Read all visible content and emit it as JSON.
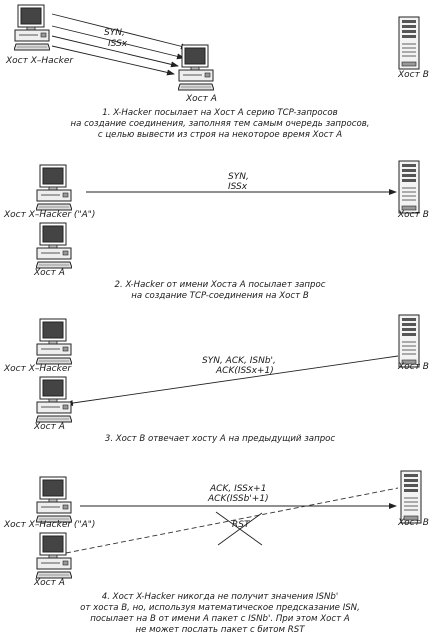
{
  "hosts": {
    "xhacker": "Хост X–Hacker",
    "a": "Хост А",
    "b": "Хост В",
    "xhacker_as_a": "Хост X–Hacker (\"А\")"
  },
  "scenes": [
    {
      "arrow_labels": [
        "SYN,",
        "ISSx"
      ],
      "caption": [
        "1. X-Hacker посылает на Хост А серию TCP-запросов",
        "на создание соединения, заполняя тем самым очередь запросов,",
        "с целью вывести из строя на некоторое время Хост А"
      ]
    },
    {
      "arrow_labels": [
        "SYN,",
        "ISSx"
      ],
      "caption": [
        "2. X-Hacker от имени Хоста А посылает запрос",
        "на создание TCP-соединения на Хост В"
      ]
    },
    {
      "arrow_labels": [
        "SYN, ACK, ISNb',",
        "ACK(ISSx+1)"
      ],
      "caption": [
        "3. Хост В отвечает хосту А на предыдущий запрос"
      ]
    },
    {
      "arrow_labels": [
        "ACK, ISSx+1",
        "ACK(ISSb'+1)"
      ],
      "blocked_label": "RST",
      "caption": [
        "4. Хост X-Hacker никогда не получит значения ISNb'",
        "от хоста В, но, используя математическое предсказание ISN,",
        "посылает на В от имени А пакет с ISNb'. При этом Хост А",
        "не может послать пакет с битом RST"
      ]
    }
  ]
}
